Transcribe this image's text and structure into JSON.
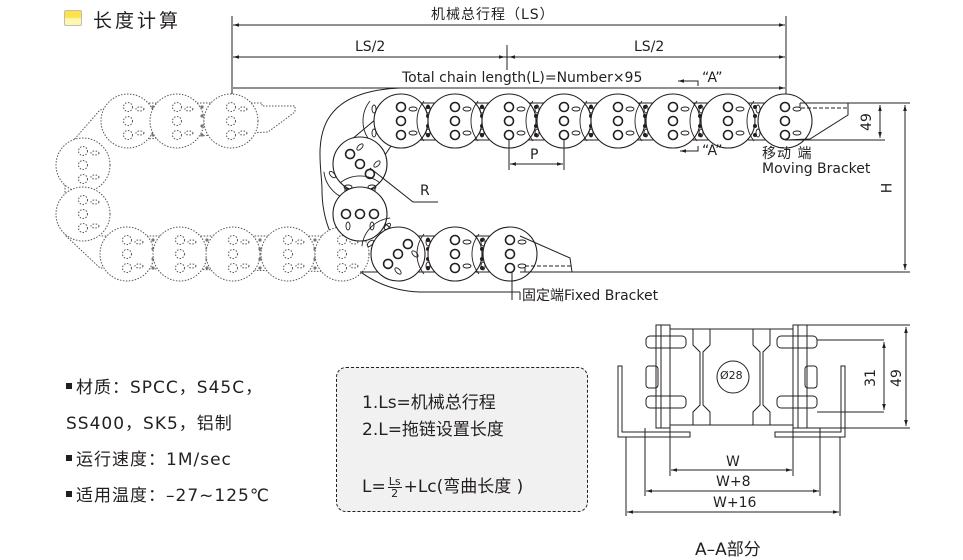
{
  "header": {
    "icon": "yellow-square-bullet-icon",
    "title": "长度计算"
  },
  "side_view": {
    "ls_label": "机械总行程（LS）",
    "ls_half_left": "LS/2",
    "ls_half_right": "LS/2",
    "total_length_formula": "Total chain length(L)=Number×95",
    "section_marker_top": "“A”",
    "section_marker_bottom": "“A”",
    "pitch_label": "P",
    "radius_label": "R",
    "height_label": "H",
    "bracket_height": "49",
    "moving_end_cn": "移动 端",
    "moving_end_en": "Moving Bracket",
    "fixed_end": "固定端Fixed Bracket"
  },
  "specs": [
    {
      "text": "材质：SPCC，S45C，",
      "bullet": true
    },
    {
      "text": "SS400，SK5，铝制",
      "bullet": false
    },
    {
      "text": "运行速度：1M/sec",
      "bullet": true
    },
    {
      "text": "适用温度：–27~125℃",
      "bullet": true
    }
  ],
  "notes": {
    "line1": "1.Ls=机械总行程",
    "line2": "2.L=拖链设置长度",
    "formula_prefix": "L=",
    "formula_num": "Ls",
    "formula_den": "2",
    "formula_suffix": "+Lc(弯曲长度 )"
  },
  "section_view": {
    "hole_label": "Ø28",
    "inner_height": "31",
    "outer_height": "49",
    "width_w": "W",
    "width_w8": "W+8",
    "width_w16": "W+16",
    "caption": "A–A部分"
  }
}
